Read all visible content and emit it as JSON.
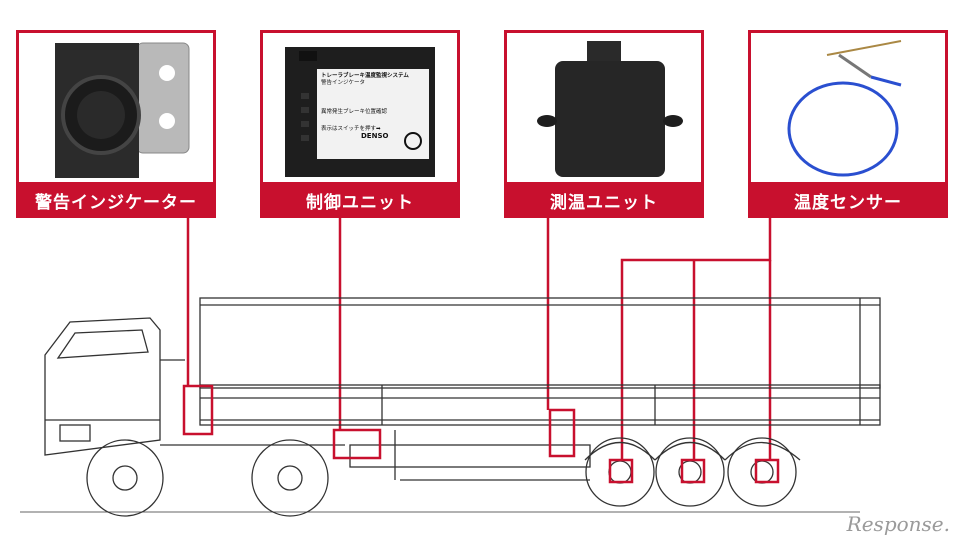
{
  "panels": [
    {
      "id": "warning",
      "label": "警告インジケーター",
      "icon": "warning-indicator-photo"
    },
    {
      "id": "control",
      "label": "制御ユニット",
      "icon": "control-unit-photo"
    },
    {
      "id": "measure",
      "label": "測温ユニット",
      "icon": "temperature-measuring-unit-photo"
    },
    {
      "id": "sensor",
      "label": "温度センサー",
      "icon": "temperature-sensor-photo"
    }
  ],
  "control_unit_panel": {
    "title": "トレーラブレーキ温度監視システム",
    "section1": "警告インジケータ",
    "section2": "異常発生ブレーキ位置確認",
    "footer": "表示はスイッチを押す➡",
    "brand": "DENSO"
  },
  "watermark": "Response.",
  "colors": {
    "accent": "#c8102e",
    "line": "#333333",
    "text": "#ffffff"
  }
}
